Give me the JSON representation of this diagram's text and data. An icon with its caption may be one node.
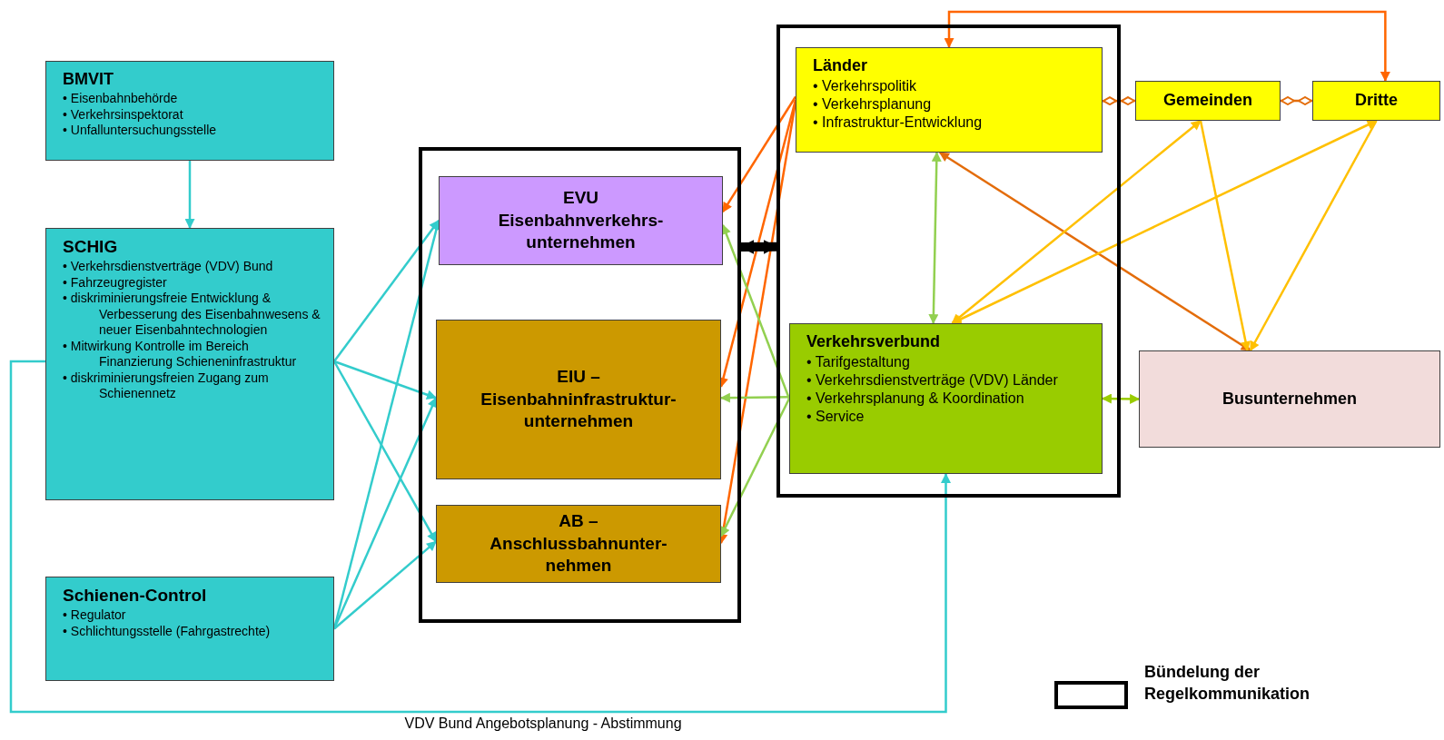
{
  "diagram": {
    "nodes": [
      {
        "text": [
          "BMVIT",
          "• Eisenbahnbehörde",
          "• Verkehrsinspektorat",
          "• Unfalluntersuchungsstelle"
        ]
      },
      {
        "text": [
          "SCHIG",
          "• Verkehrsdienstverträge (VDV) Bund",
          "• Fahrzeugregister",
          "• diskriminierungsfreie Entwicklung & Verbesserung des Eisenbahnwesens & neuer Eisenbahntechnologien",
          "• Mitwirkung Kontrolle im Bereich Finanzierung Schieneninfrastruktur",
          "• diskriminierungsfreien Zugang zum Schienennetz"
        ]
      },
      {
        "text": [
          "Schienen-Control",
          "• Regulator",
          "• Schlichtungsstelle (Fahrgastrechte)"
        ]
      },
      {
        "text": [],
        "shape": "box"
      },
      {
        "text": [
          "EVU",
          "Eisenbahnverkehrs-unternehmen"
        ],
        "in": 3
      },
      {
        "text": [
          "EIU –",
          "Eisenbahninfrastruktur-unternehmen"
        ],
        "in": 3
      },
      {
        "text": [
          "AB –",
          "Anschlussbahnunter-nehmen"
        ],
        "in": 3
      },
      {
        "text": [],
        "shape": "box"
      },
      {
        "text": [
          "Länder",
          "• Verkehrspolitik",
          "• Verkehrsplanung",
          "• Infrastruktur-Entwicklung"
        ],
        "in": 7
      },
      {
        "text": [
          "Verkehrsverbund",
          "• Tarifgestaltung",
          "• Verkehrsdienstverträge (VDV) Länder",
          "• Verkehrsplanung & Koordination",
          "• Service"
        ],
        "in": 7
      },
      {
        "text": [
          "Gemeinden"
        ]
      },
      {
        "text": [
          "Dritte"
        ]
      },
      {
        "text": [
          "Busunternehmen"
        ]
      }
    ],
    "edges": [
      {
        "from": 0,
        "to": 1,
        "arrow": "to"
      },
      {
        "from": 1,
        "to": 4,
        "arrow": "to"
      },
      {
        "from": 1,
        "to": 5,
        "arrow": "to"
      },
      {
        "from": 1,
        "to": 6,
        "arrow": "to"
      },
      {
        "from": 2,
        "to": 4,
        "arrow": "to"
      },
      {
        "from": 2,
        "to": 5,
        "arrow": "to"
      },
      {
        "from": 2,
        "to": 6,
        "arrow": "to"
      },
      {
        "from": 1,
        "to": 9,
        "arrow": "to",
        "label": "VDV Bund Angebotsplanung - Abstimmung"
      },
      {
        "from": 8,
        "to": 4,
        "arrow": "to",
        "color": "#ff6600"
      },
      {
        "from": 8,
        "to": 5,
        "arrow": "to",
        "color": "#ff6600"
      },
      {
        "from": 8,
        "to": 6,
        "arrow": "to",
        "color": "#ff6600"
      },
      {
        "from": 9,
        "to": 4,
        "arrow": "to",
        "color": "#92d050"
      },
      {
        "from": 9,
        "to": 5,
        "arrow": "to",
        "color": "#92d050"
      },
      {
        "from": 9,
        "to": 6,
        "arrow": "to",
        "color": "#92d050"
      },
      {
        "from": 3,
        "to": 7,
        "arrow": "both",
        "style": "thick",
        "color": "#000000"
      },
      {
        "from": 8,
        "to": 9,
        "arrow": "both",
        "color": "#92d050"
      },
      {
        "from": 8,
        "to": 12,
        "arrow": "both",
        "color": "#e36c0a"
      },
      {
        "from": 8,
        "to": 10,
        "arrow": "other",
        "color": "#e36c0a"
      },
      {
        "from": 10,
        "to": 11,
        "arrow": "other",
        "color": "#e36c0a"
      },
      {
        "from": 11,
        "to": 8,
        "arrow": "both",
        "color": "#ff6600"
      },
      {
        "from": 10,
        "to": 9,
        "arrow": "both",
        "color": "#ffc000"
      },
      {
        "from": 11,
        "to": 9,
        "arrow": "both",
        "color": "#ffc000"
      },
      {
        "from": 10,
        "to": 12,
        "arrow": "to",
        "color": "#ffc000"
      },
      {
        "from": 11,
        "to": 12,
        "arrow": "to",
        "color": "#ffc000"
      },
      {
        "from": 9,
        "to": 12,
        "arrow": "both",
        "color": "#99cc00"
      }
    ],
    "legend": [
      {
        "text": "Bündelung der Regelkommunikation"
      }
    ]
  }
}
